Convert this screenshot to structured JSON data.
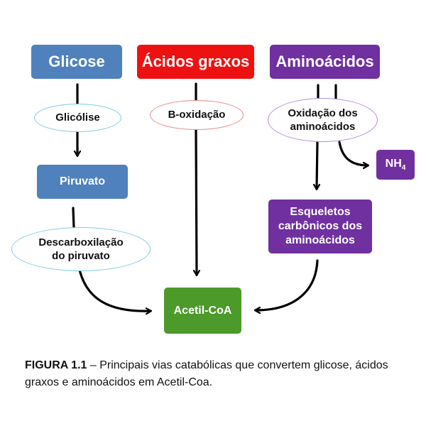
{
  "colors": {
    "blue": "#4f81bd",
    "red": "#ee1111",
    "purple": "#7030a0",
    "green": "#4c9a2a",
    "blue_outline": "#7ecbe6",
    "red_outline": "#e58a8a",
    "purple_outline": "#b38fd4"
  },
  "sources": {
    "glicose": "Glicose",
    "acidos_graxos": "Ácidos graxos",
    "aminoacidos": "Aminoácidos"
  },
  "processes": {
    "glicolise": "Glicólise",
    "b_oxidacao": "B-oxidação",
    "oxidacao_line1": "Oxidação dos",
    "oxidacao_line2": "aminoácidos",
    "descarboxilacao_line1": "Descarboxilação",
    "descarboxilacao_line2": "do piruvato"
  },
  "intermediates": {
    "piruvato": "Piruvato",
    "nh4_base": "NH",
    "nh4_sub": "4",
    "esqueletos_line1": "Esqueletos",
    "esqueletos_line2": "carbônicos dos",
    "esqueletos_line3": "aminoácidos"
  },
  "product": {
    "acetil_coa": "Acetil-CoA"
  },
  "caption": {
    "label": "FIGURA 1.1",
    "text": " –  Principais vias catabólicas  que convertem glicose, ácidos graxos e aminoácidos em Acetil-Coa."
  }
}
